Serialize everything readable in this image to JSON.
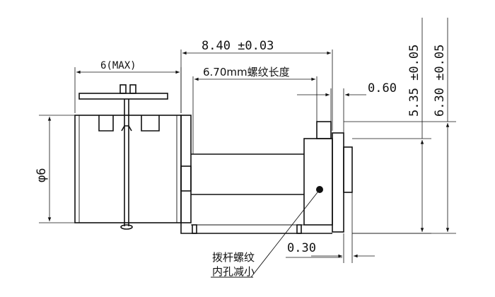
{
  "drawing": {
    "dimensions": {
      "overall_length": "8.40 ±0.03",
      "thread_length": "6.70mm螺纹长度",
      "max_width": "6(MAX)",
      "gap_right": "0.60",
      "height_inner": "5.35 ±0.05",
      "height_outer": "6.30 ±0.05",
      "diameter": "φ6",
      "flange_thickness": "0.30"
    },
    "annotation": {
      "line1": "拨杆螺纹",
      "line2": "内孔减小"
    },
    "colors": {
      "ink": "#111111",
      "background": "#ffffff"
    }
  }
}
